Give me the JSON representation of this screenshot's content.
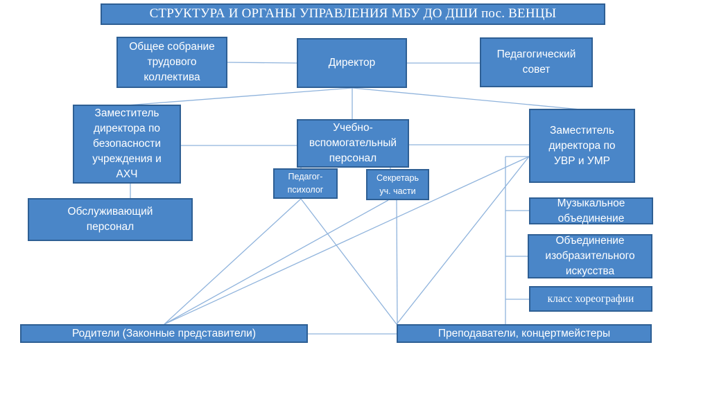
{
  "title": "СТРУКТУРА И ОРГАНЫ УПРАВЛЕНИЯ МБУ ДО ДШИ пос. ВЕНЦЫ",
  "nodes": {
    "general_meeting": "Общее собрание\nтрудового\nколлектива",
    "director": "Директор",
    "pedagogical_council": "Педагогический\nсовет",
    "deputy_safety": "Заместитель\nдиректора по\nбезопасности\nучреждения и\nАХЧ",
    "support_staff": "Учебно-\nвспомогательный\nперсонал",
    "deputy_uvr": "Заместитель\nдиректора по\nУВР и УМР",
    "psychologist": "Педагог-\nпсихолог",
    "secretary": "Секретарь\nуч. части",
    "service_staff": "Обслуживающий\nперсонал",
    "music_dept": "Музыкальное\nобъединение",
    "art_dept": "Объединение\nизобразительного\nискусства",
    "choreo_class": "класс хореографии",
    "parents": "Родители (Законные представители)",
    "teachers": "Преподаватели, концертмейстеры"
  },
  "colors": {
    "box_fill": "#4a86c8",
    "box_border": "#2e5f94",
    "connector": "#8fb3dc"
  }
}
